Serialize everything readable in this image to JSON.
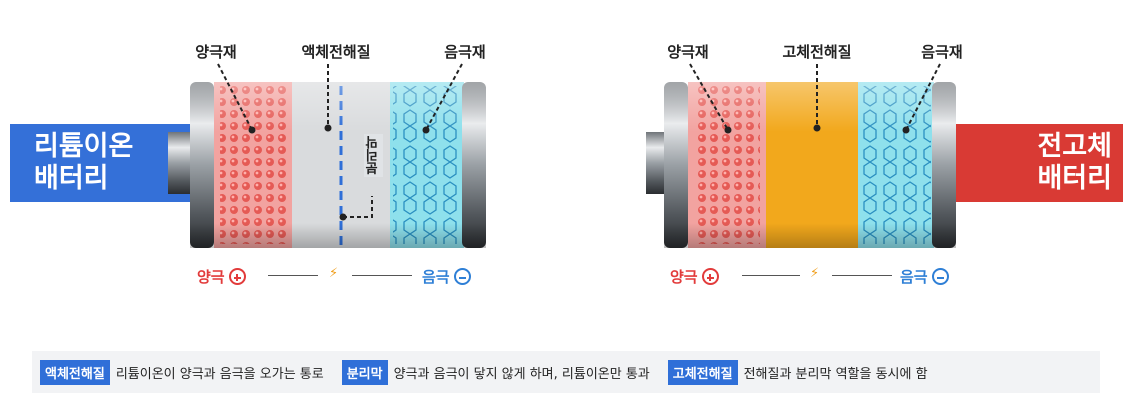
{
  "left_battery": {
    "name_line1": "리튬이온",
    "name_line2": "배터리",
    "cathode": "양극재",
    "electrolyte": "액체전해질",
    "anode": "음극재",
    "separator": "분리막"
  },
  "right_battery": {
    "name_line1": "전고체",
    "name_line2": "배터리",
    "cathode": "양극재",
    "electrolyte": "고체전해질",
    "anode": "음극재"
  },
  "poles": {
    "positive": "양극",
    "negative": "음극"
  },
  "legend": [
    {
      "tag": "액체전해질",
      "desc": "리튬이온이 양극과 음극을 오가는 통로"
    },
    {
      "tag": "분리막",
      "desc": "양극과 음극이 닿지 않게 하며, 리튬이온만 통과"
    },
    {
      "tag": "고체전해질",
      "desc": "전해질과 분리막 역할을 동시에 함"
    }
  ],
  "colors": {
    "blue_label": "#3470d8",
    "red_label": "#d93a34",
    "cathode_fill": "#f2a3a0",
    "anode_fill": "#8ee0ec",
    "liquid_fill": "#d9dbdd",
    "solid_fill": "#f2a81c",
    "separator_line": "#2f6fd8"
  }
}
